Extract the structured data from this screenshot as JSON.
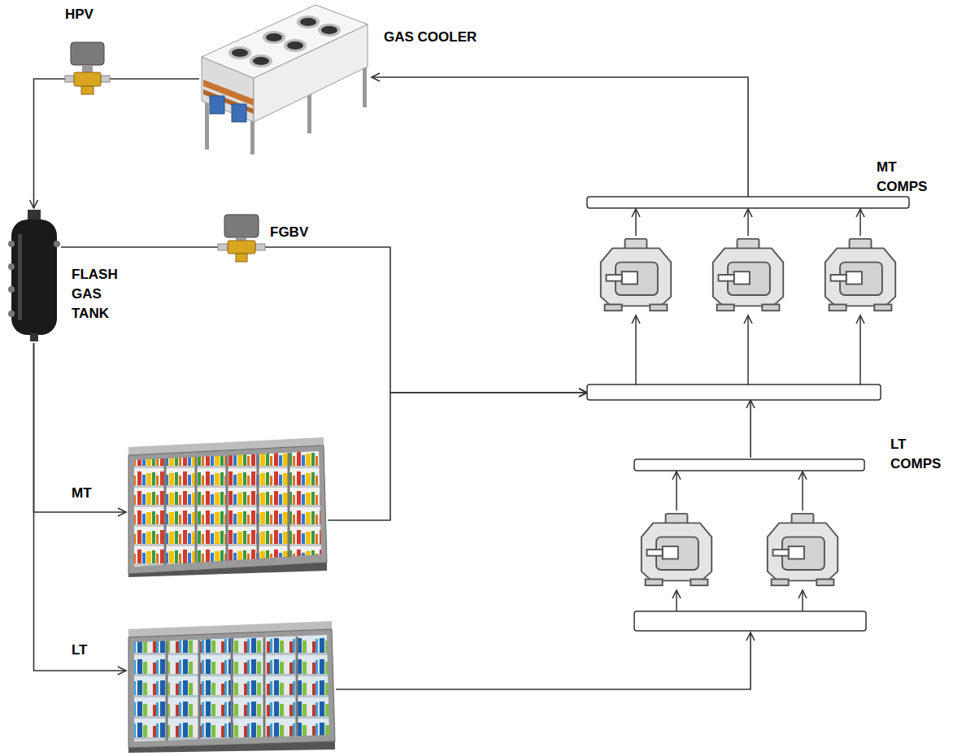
{
  "diagram": {
    "nodes": [
      {
        "text": [
          "HPV"
        ]
      },
      {
        "text": [
          "GAS COOLER"
        ]
      },
      {
        "text": [
          "MT COMPS"
        ]
      },
      {
        "text": [
          "FGBV"
        ]
      },
      {
        "text": [
          "FLASH GAS TANK"
        ]
      },
      {
        "text": [
          "LT COMPS"
        ]
      },
      {
        "text": [
          "MT"
        ]
      },
      {
        "text": [
          "LT"
        ]
      }
    ],
    "edges": [
      {
        "from": 2,
        "to": 1,
        "arrow": "to"
      },
      {
        "from": 1,
        "to": 0,
        "arrow": "none"
      },
      {
        "from": 0,
        "to": 4,
        "arrow": "to"
      },
      {
        "from": 4,
        "to": 3,
        "arrow": "none"
      },
      {
        "from": 3,
        "to": 2,
        "arrow": "to"
      },
      {
        "from": 4,
        "to": 6,
        "arrow": "to"
      },
      {
        "from": 4,
        "to": 7,
        "arrow": "to"
      },
      {
        "from": 6,
        "to": 2,
        "arrow": "to"
      },
      {
        "from": 7,
        "to": 5,
        "arrow": "to"
      },
      {
        "from": 5,
        "to": 2,
        "arrow": "to"
      }
    ]
  }
}
